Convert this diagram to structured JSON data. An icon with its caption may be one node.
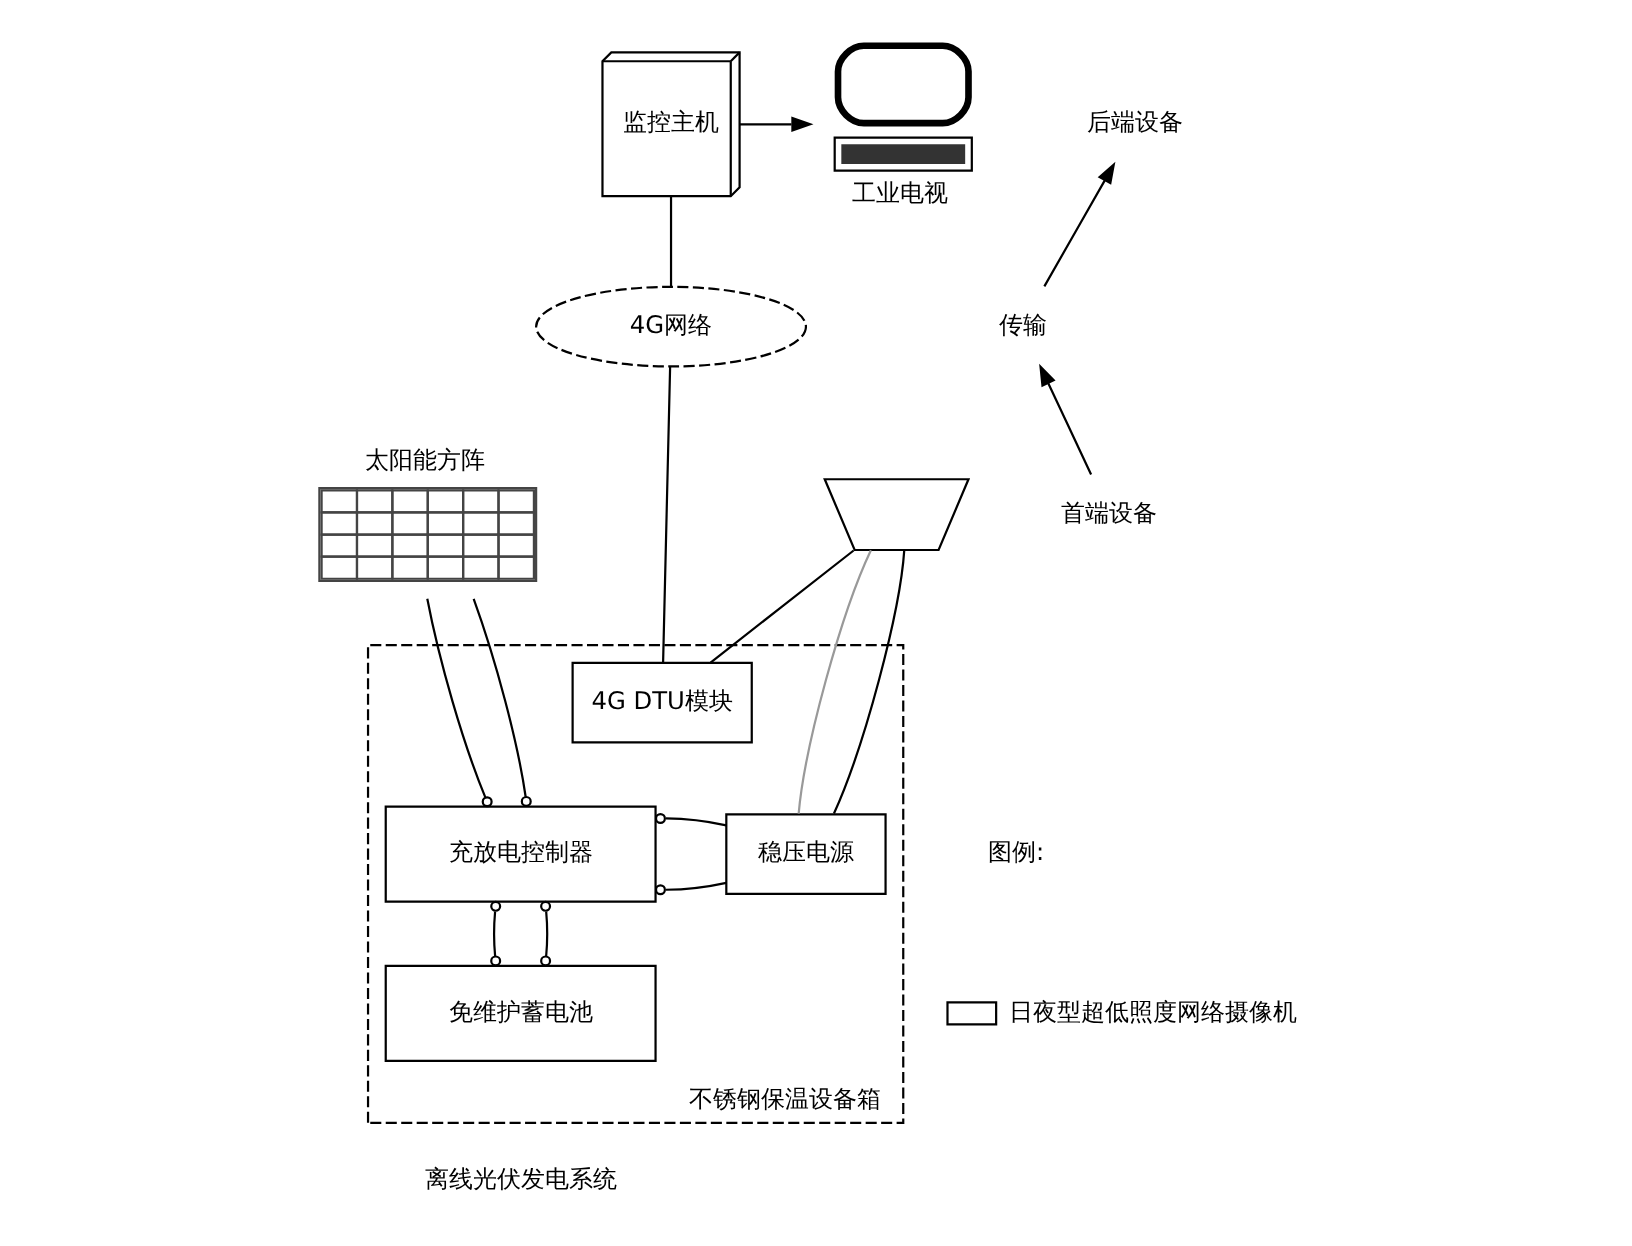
{
  "diagram": {
    "nodes": [
      {
        "text": [
          "监控主机"
        ]
      },
      {
        "text": [
          "工业电视"
        ]
      },
      {
        "text": [
          "4G网络"
        ]
      },
      {
        "text": [
          "太阳能方阵"
        ]
      },
      {
        "text": [
          "不锈钢保温设备箱"
        ]
      },
      {
        "text": [
          "4G DTU模块"
        ],
        "in": 4
      },
      {
        "text": [
          "充放电控制器"
        ],
        "in": 4
      },
      {
        "text": [
          "稳压电源"
        ],
        "in": 4
      },
      {
        "text": [
          "免维护蓄电池"
        ],
        "in": 4
      },
      {
        "text": [],
        "shape": "picture"
      },
      {
        "text": [
          "后端设备"
        ]
      },
      {
        "text": [
          "传输"
        ]
      },
      {
        "text": [
          "首端设备"
        ]
      }
    ],
    "edges": [
      {
        "from": 0,
        "to": 1,
        "arrow": "to"
      },
      {
        "from": 0,
        "to": 2,
        "arrow": "none"
      },
      {
        "from": 2,
        "to": 5,
        "arrow": "none"
      },
      {
        "from": 3,
        "to": 6,
        "arrow": "other"
      },
      {
        "from": 3,
        "to": 6,
        "arrow": "other"
      },
      {
        "from": 6,
        "to": 8,
        "arrow": "other"
      },
      {
        "from": 6,
        "to": 8,
        "arrow": "other"
      },
      {
        "from": 7,
        "to": 6,
        "arrow": "other"
      },
      {
        "from": 7,
        "to": 6,
        "arrow": "other"
      },
      {
        "from": 9,
        "to": 5,
        "arrow": "none"
      },
      {
        "from": 9,
        "to": 7,
        "arrow": "none",
        "color": "#999999"
      },
      {
        "from": 9,
        "to": 7,
        "arrow": "none"
      },
      {
        "from": 12,
        "to": 11,
        "arrow": "to"
      },
      {
        "from": 11,
        "to": 10,
        "arrow": "to"
      }
    ],
    "labels": [
      "图例:",
      "离线光伏发电系统"
    ],
    "legend": [
      {
        "text": "日夜型超低照度网络摄像机"
      }
    ]
  }
}
